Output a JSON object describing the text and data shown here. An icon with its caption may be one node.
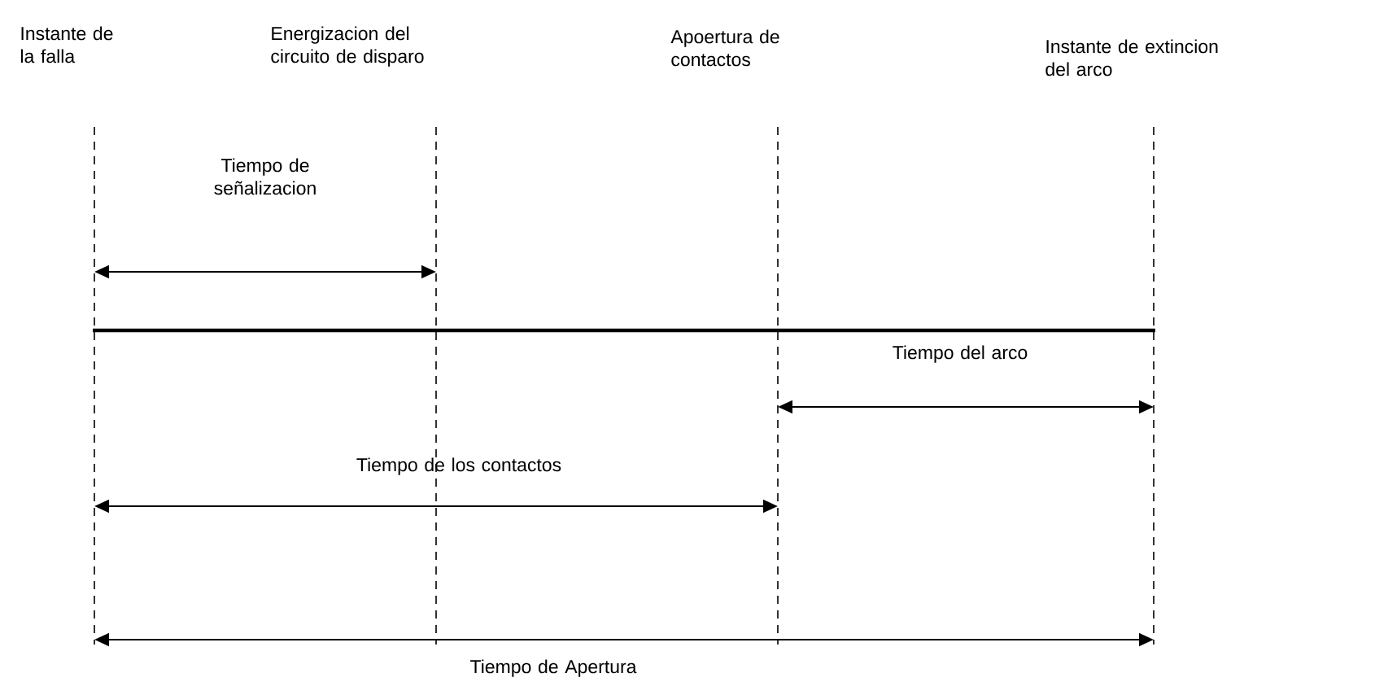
{
  "diagram": {
    "labels": [
      "Instante de la falla",
      "Energizacion del circuito de disparo",
      "Apoertura de contactos",
      "Instante de extincion del arco",
      "Tiempo de señalizacion",
      "Tiempo del arco",
      "Tiempo de los contactos",
      "Tiempo de Apertura"
    ]
  }
}
